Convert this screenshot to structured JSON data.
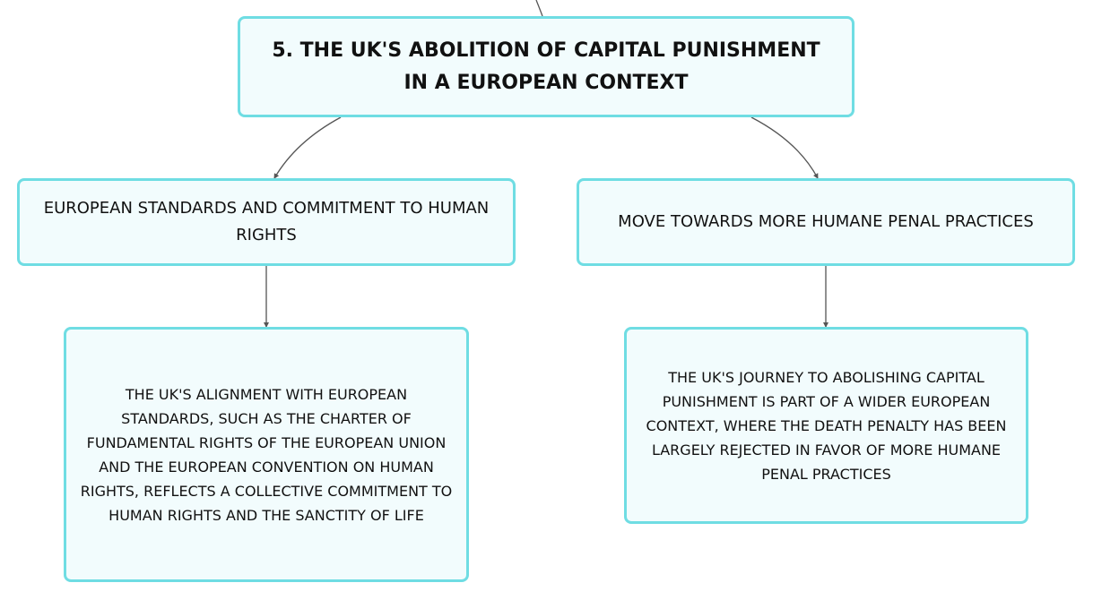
{
  "colors": {
    "node_fill": "#f2fcfd",
    "node_border": "#6fdde3",
    "connector": "#555555",
    "text": "#111111"
  },
  "root": {
    "title": "5. THE UK'S ABOLITION OF CAPITAL PUNISHMENT IN A EUROPEAN CONTEXT"
  },
  "branches": [
    {
      "label": "EUROPEAN STANDARDS AND COMMITMENT TO HUMAN RIGHTS",
      "detail": "THE UK'S ALIGNMENT WITH EUROPEAN STANDARDS, SUCH AS THE CHARTER OF FUNDAMENTAL RIGHTS OF THE EUROPEAN UNION AND THE EUROPEAN CONVENTION ON HUMAN RIGHTS, REFLECTS A COLLECTIVE COMMITMENT TO HUMAN RIGHTS AND THE SANCTITY OF LIFE"
    },
    {
      "label": "MOVE TOWARDS MORE HUMANE PENAL PRACTICES",
      "detail": "THE UK'S JOURNEY TO ABOLISHING CAPITAL PUNISHMENT IS PART OF A WIDER EUROPEAN CONTEXT, WHERE THE DEATH PENALTY HAS BEEN LARGELY REJECTED IN FAVOR OF MORE HUMANE PENAL PRACTICES"
    }
  ]
}
